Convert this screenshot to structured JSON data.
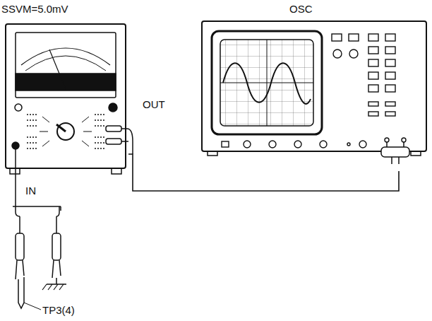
{
  "diagram": {
    "nodes": [
      {
        "text": [
          "SSVM=5.0mV"
        ]
      },
      {
        "text": [
          "OSC"
        ]
      }
    ],
    "edges": [
      {
        "from": 0,
        "to": 1,
        "arrow": "none"
      }
    ],
    "labels": [
      "OUT",
      "IN",
      "TP3(4)"
    ]
  }
}
